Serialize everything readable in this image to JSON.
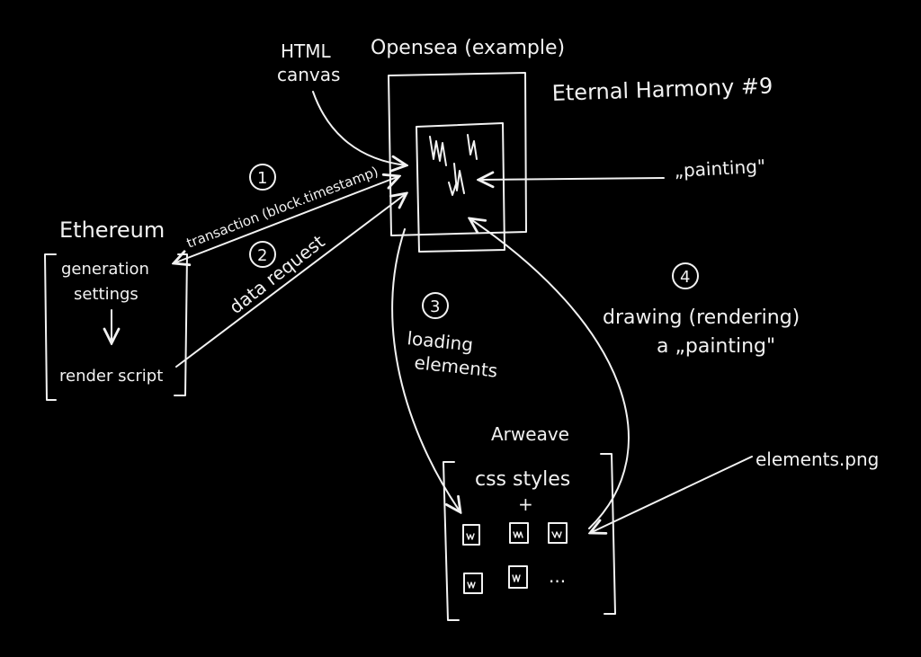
{
  "labels": {
    "html_canvas_line1": "HTML",
    "html_canvas_line2": "canvas",
    "opensea": "Opensea (example)",
    "eternal_harmony": "Eternal Harmony #9",
    "painting": "„painting\"",
    "ethereum": "Ethereum",
    "generation_settings_line1": "generation",
    "generation_settings_line2": "settings",
    "render_script": "render script",
    "step1": "1",
    "transaction": "transaction (block.timestamp)",
    "step2": "2",
    "data_request": "data request",
    "step3": "3",
    "loading_elements_line1": "loading",
    "loading_elements_line2": "elements",
    "step4": "4",
    "drawing_line1": "drawing (rendering)",
    "drawing_line2": "a „painting\"",
    "arweave": "Arweave",
    "css_styles": "css styles",
    "plus": "+",
    "ellipsis": "...",
    "elements_png": "elements.png"
  }
}
